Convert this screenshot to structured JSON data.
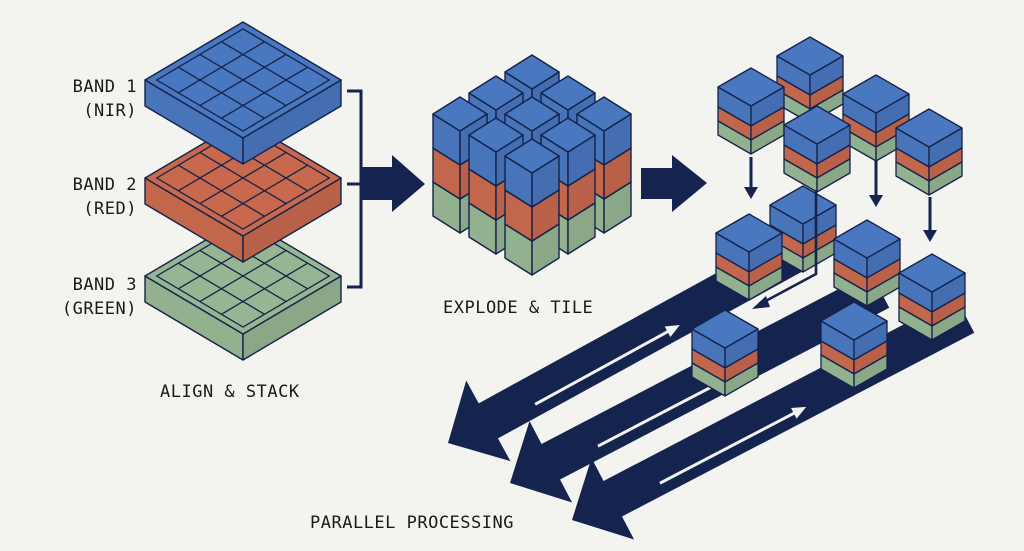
{
  "title": "Multispectral band stacking, tiling and parallel processing pipeline",
  "colors": {
    "background": "#f3f3f0",
    "navy": "#15234f",
    "blue": "#4a78c0",
    "red": "#c8694e",
    "green": "#96b693",
    "outline": "#14224a"
  },
  "stages": {
    "align": {
      "label": "ALIGN & STACK"
    },
    "explode": {
      "label": "EXPLODE & TILE"
    },
    "parallel": {
      "label": "PARALLEL PROCESSING"
    }
  },
  "bands": [
    {
      "line1": "BAND 1",
      "line2": "(NIR)",
      "color": "blue"
    },
    {
      "line1": "BAND 2",
      "line2": "(RED)",
      "color": "red"
    },
    {
      "line1": "BAND 3",
      "line2": "(GREEN)",
      "color": "green"
    }
  ],
  "band_grid": {
    "rows": 4,
    "cols": 4
  },
  "cube_grid": {
    "rows": 3,
    "cols": 3,
    "layers": 3
  },
  "tile_count": 11,
  "lane_count": 3
}
